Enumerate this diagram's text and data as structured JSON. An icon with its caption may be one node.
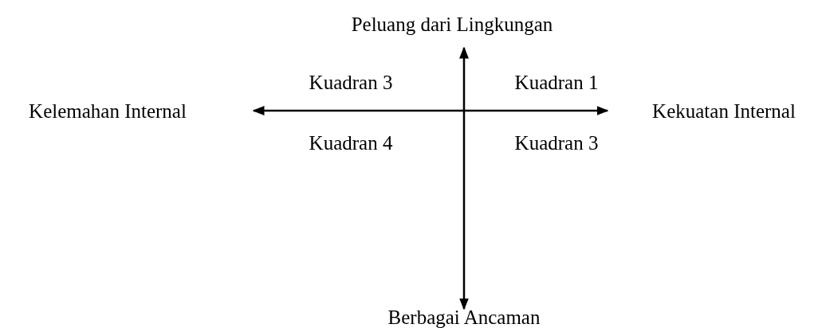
{
  "diagram": {
    "labels": [
      "Peluang dari Lingkungan",
      "Kuadran 3",
      "Kuadran 1",
      "Kelemahan Internal",
      "Kekuatan Internal",
      "Kuadran 4",
      "Kuadran 3",
      "Berbagai Ancaman"
    ]
  }
}
